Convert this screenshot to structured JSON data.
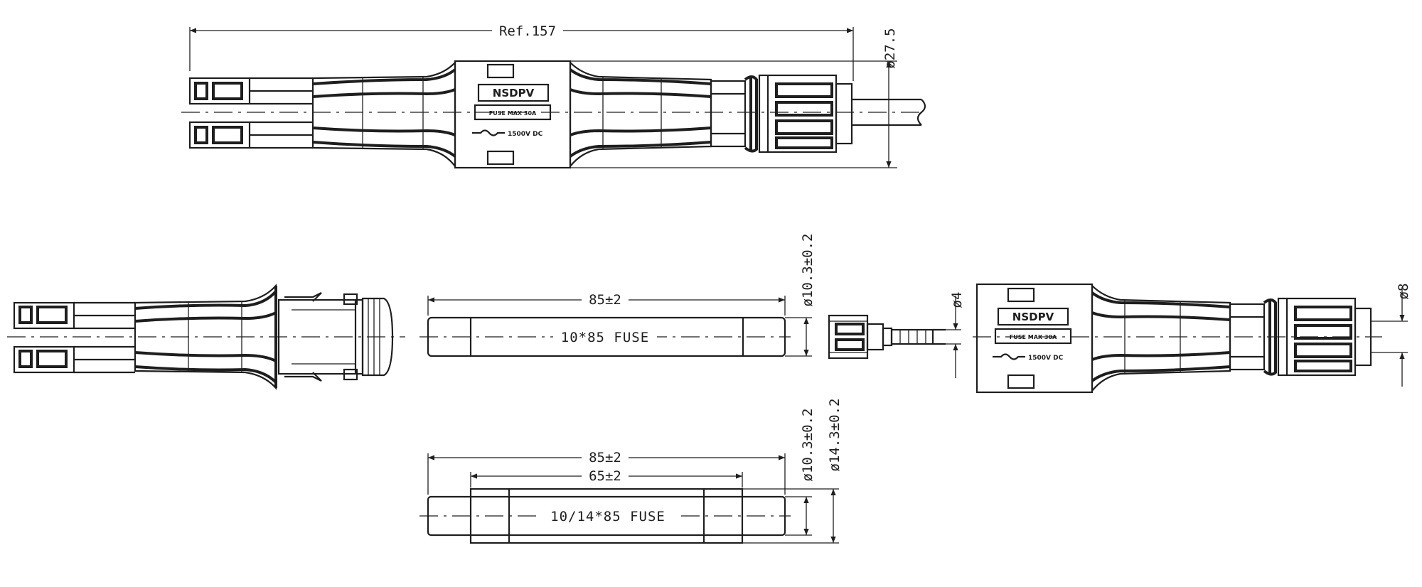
{
  "drawing": {
    "top_assembly": {
      "length_dim": "Ref.157",
      "diameter_dim": "ø27.5",
      "logo": "NSDPV",
      "rating": "FUSE MAX 30A",
      "voltage": "1500V DC"
    },
    "fuse_cylindrical": {
      "length_dim": "85±2",
      "diameter_dim": "ø10.3±0.2",
      "label": "10*85 FUSE"
    },
    "cable_nut": {
      "inner_dim": "ø4"
    },
    "female_housing": {
      "diameter_dim": "ø8",
      "logo": "NSDPV",
      "rating": "FUSE MAX 30A",
      "voltage": "1500V DC"
    },
    "fuse_stepped": {
      "overall_length_dim": "85±2",
      "body_length_dim": "65±2",
      "cap_diameter_dim": "ø10.3±0.2",
      "body_diameter_dim": "ø14.3±0.2",
      "label": "10/14*85 FUSE"
    }
  }
}
